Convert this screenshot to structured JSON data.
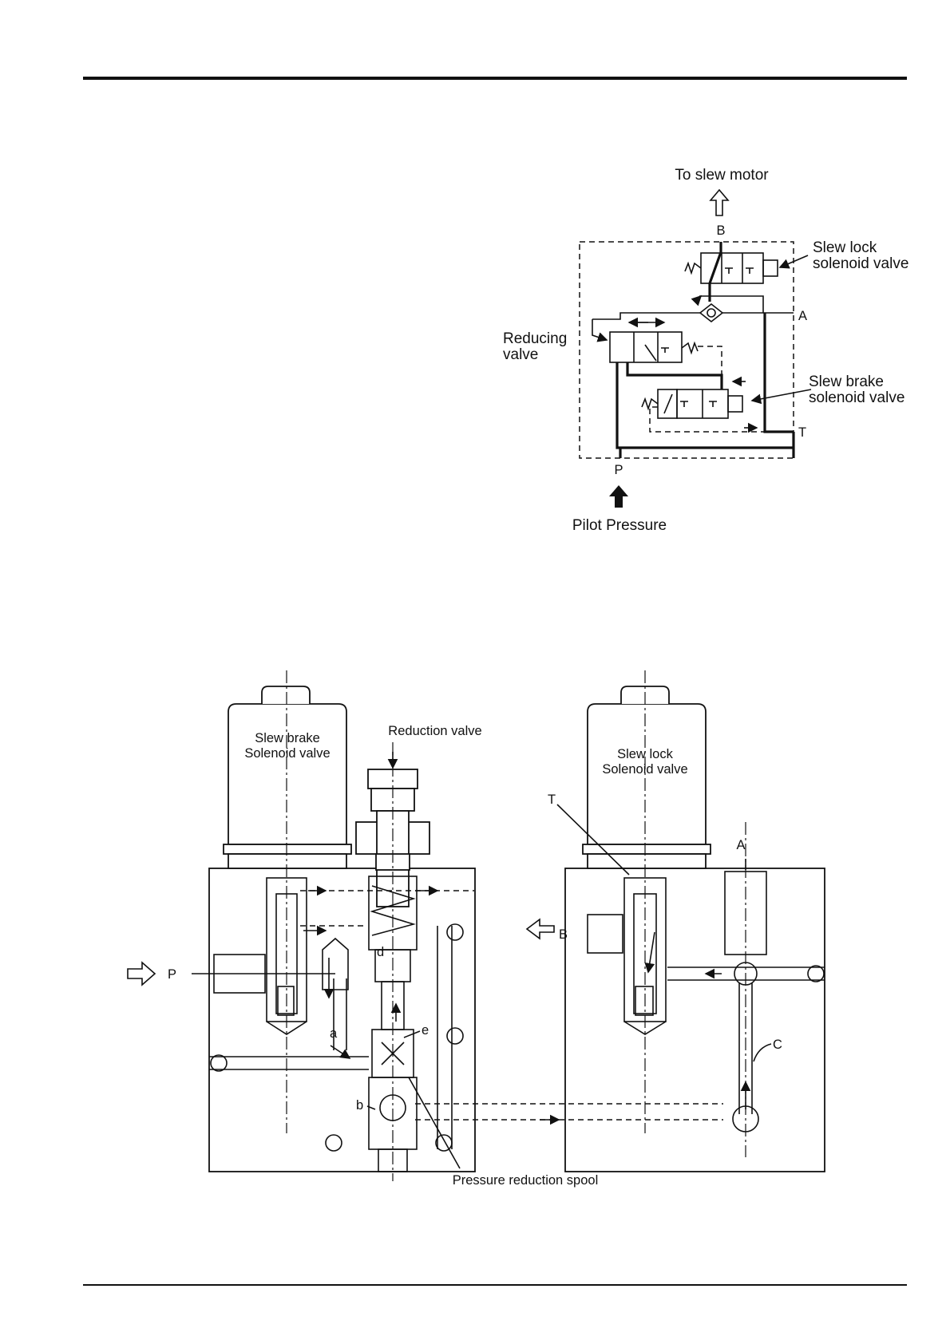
{
  "schematic": {
    "to_slew_motor": "To slew motor",
    "port_b": "B",
    "port_a": "A",
    "port_t": "T",
    "port_p": "P",
    "slew_lock_line1": "Slew lock",
    "slew_lock_line2": "solenoid valve",
    "reducing_line1": "Reducing",
    "reducing_line2": "valve",
    "slew_brake_line1": "Slew brake",
    "slew_brake_line2": "solenoid valve",
    "pilot_pressure": "Pilot Pressure",
    "tank_symbol": "T"
  },
  "sectional": {
    "brake_solenoid_line1": "Slew brake",
    "brake_solenoid_line2": "Solenoid valve",
    "reduction_valve": "Reduction valve",
    "lock_solenoid_line1": "Slew lock",
    "lock_solenoid_line2": "Solenoid valve",
    "label_t": "T",
    "label_a": "A",
    "label_b": "B",
    "label_p": "P",
    "label_c": "C",
    "label_d": "d",
    "label_a_small": "a",
    "label_b_small": "b",
    "label_e": "e",
    "pressure_reduction_spool": "Pressure reduction spool"
  }
}
